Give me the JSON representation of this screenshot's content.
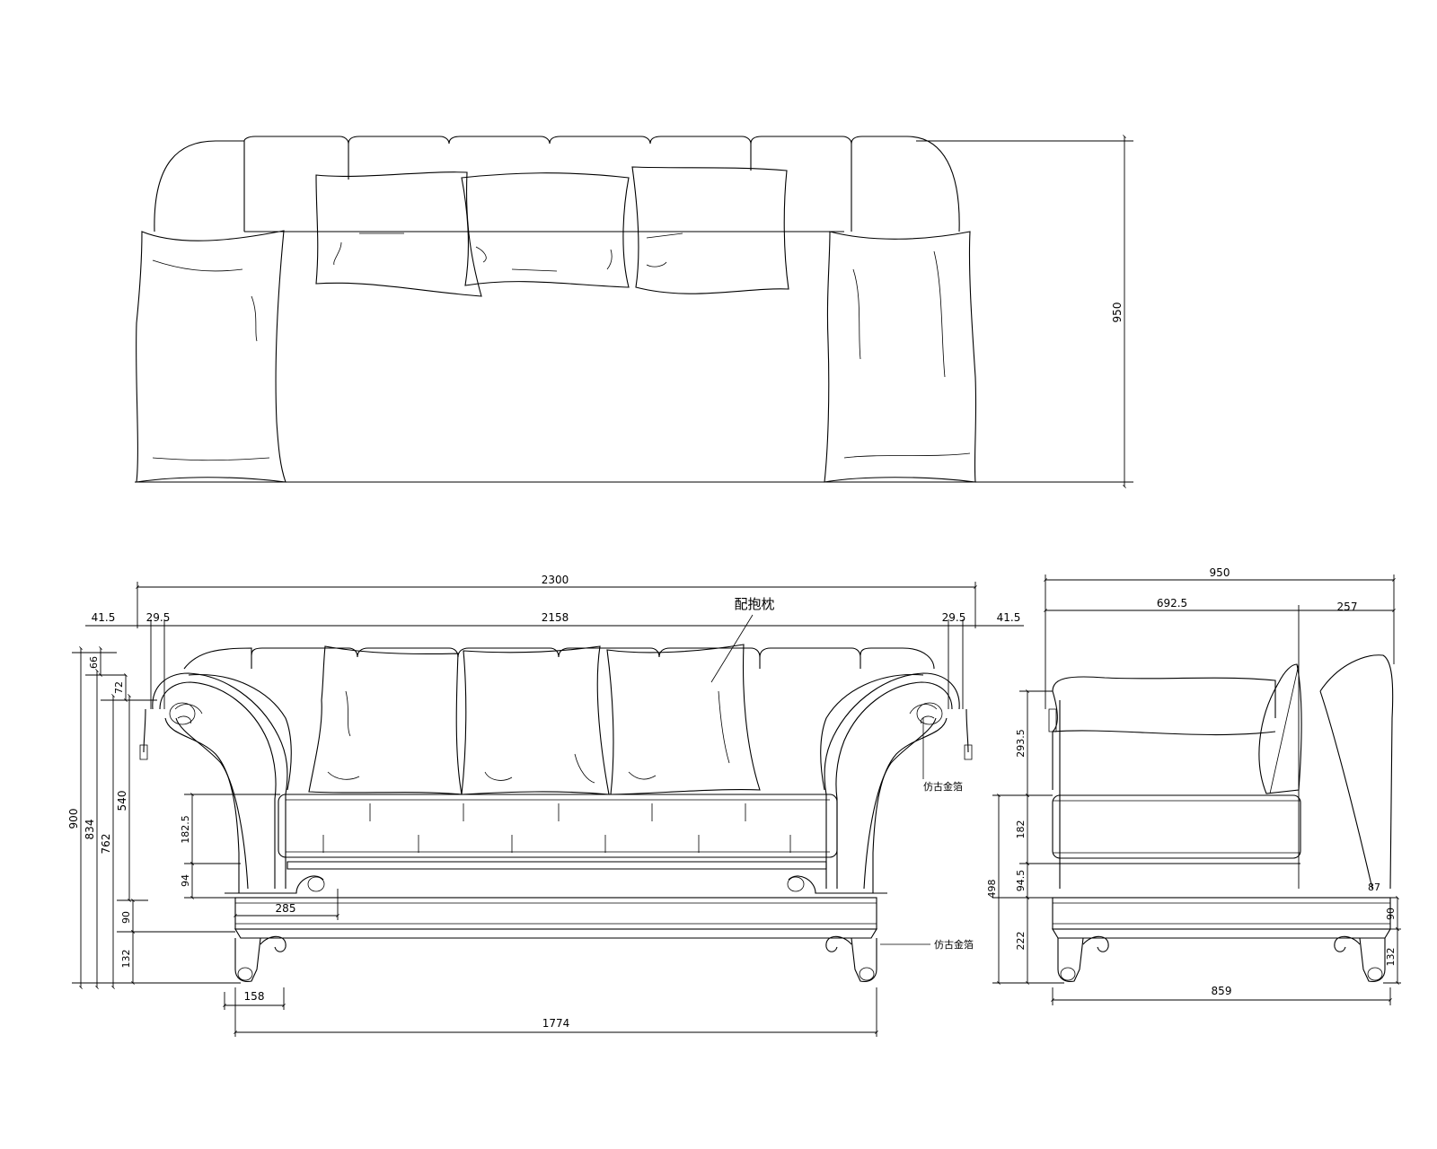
{
  "top_view": {
    "depth_dim": "950"
  },
  "front_view": {
    "overall_width": "2300",
    "inner_width": "2158",
    "left_outer": "41.5",
    "left_inner": "29.5",
    "right_inner": "29.5",
    "right_outer": "41.5",
    "pillow_note": "配抱枕",
    "gold_note_arm": "仿古金箔",
    "gold_note_leg": "仿古金箔",
    "height_total": "900",
    "height_834": "834",
    "height_762": "762",
    "height_540": "540",
    "dim_66": "66",
    "dim_72": "72",
    "dim_90": "90",
    "dim_132": "132",
    "cushion_182_5": "182.5",
    "cushion_94": "94",
    "dim_285": "285",
    "dim_158": "158",
    "leg_span": "1774"
  },
  "side_view": {
    "overall_depth": "950",
    "seat_depth": "692.5",
    "back_depth": "257",
    "dim_293_5": "293.5",
    "dim_182": "182",
    "dim_94_5": "94.5",
    "dim_498": "498",
    "dim_222": "222",
    "dim_87": "87",
    "dim_90": "90",
    "dim_132": "132",
    "leg_span": "859"
  }
}
